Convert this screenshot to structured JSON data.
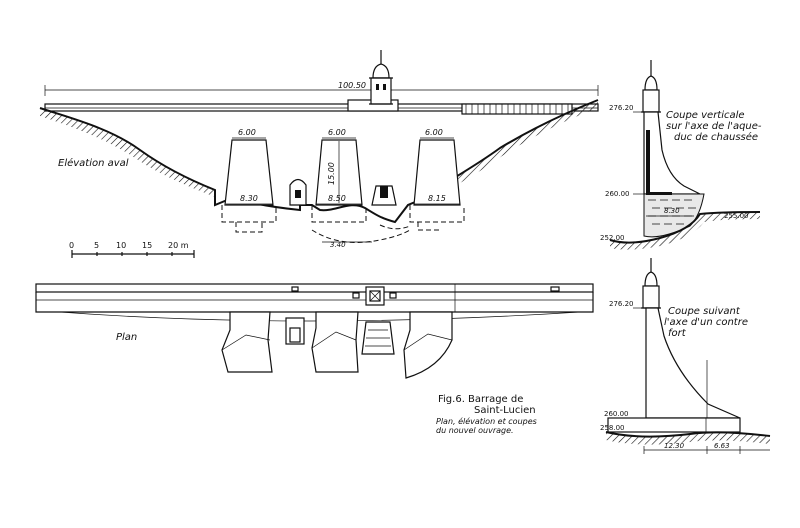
{
  "elevation": {
    "title": "Elévation aval",
    "overall_length": "100.50",
    "buttress_width_top": [
      "6.00",
      "6.00",
      "6.00"
    ],
    "buttress_width_base": [
      "8.30",
      "8.50",
      "8.15"
    ],
    "buttress_height": "15.00",
    "arch_span": "3.40"
  },
  "scale_bar": {
    "ticks": [
      "0",
      "5",
      "10",
      "15",
      "20 m"
    ]
  },
  "plan": {
    "title": "Plan"
  },
  "caption": {
    "line1": "Fig.6. Barrage de",
    "line2": "Saint-Lucien",
    "line3": "Plan, élévation et coupes",
    "line4": "du nouvel ouvrage."
  },
  "section_top": {
    "title_line1": "Coupe verticale",
    "title_line2": "sur l'axe de l'aque-",
    "title_line3": "duc de chaussée",
    "level_top": "276.20",
    "level_mid": "260.00",
    "level_base": "252.00",
    "level_right": "255.00",
    "width": "8.30"
  },
  "section_bottom": {
    "title_line1": "Coupe suivant",
    "title_line2": "l'axe d'un contre",
    "title_line3": "fort",
    "level_top": "276.20",
    "level_mid": "260.00",
    "level_base": "258.00",
    "width_left": "12.30",
    "width_right": "6.63"
  }
}
